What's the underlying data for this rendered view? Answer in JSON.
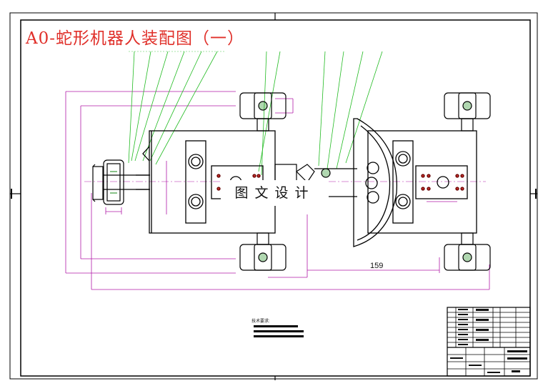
{
  "drawing": {
    "title": "A0-蛇形机器人装配图（一）",
    "watermark": "图文设计",
    "dimension_label": "159",
    "notes_title": "技术要求:",
    "colors": {
      "title": "#e0302a",
      "leader": "#22bb22",
      "dimension": "#b01aa8",
      "line": "#000000",
      "hatch": "#3a9a3a"
    }
  }
}
